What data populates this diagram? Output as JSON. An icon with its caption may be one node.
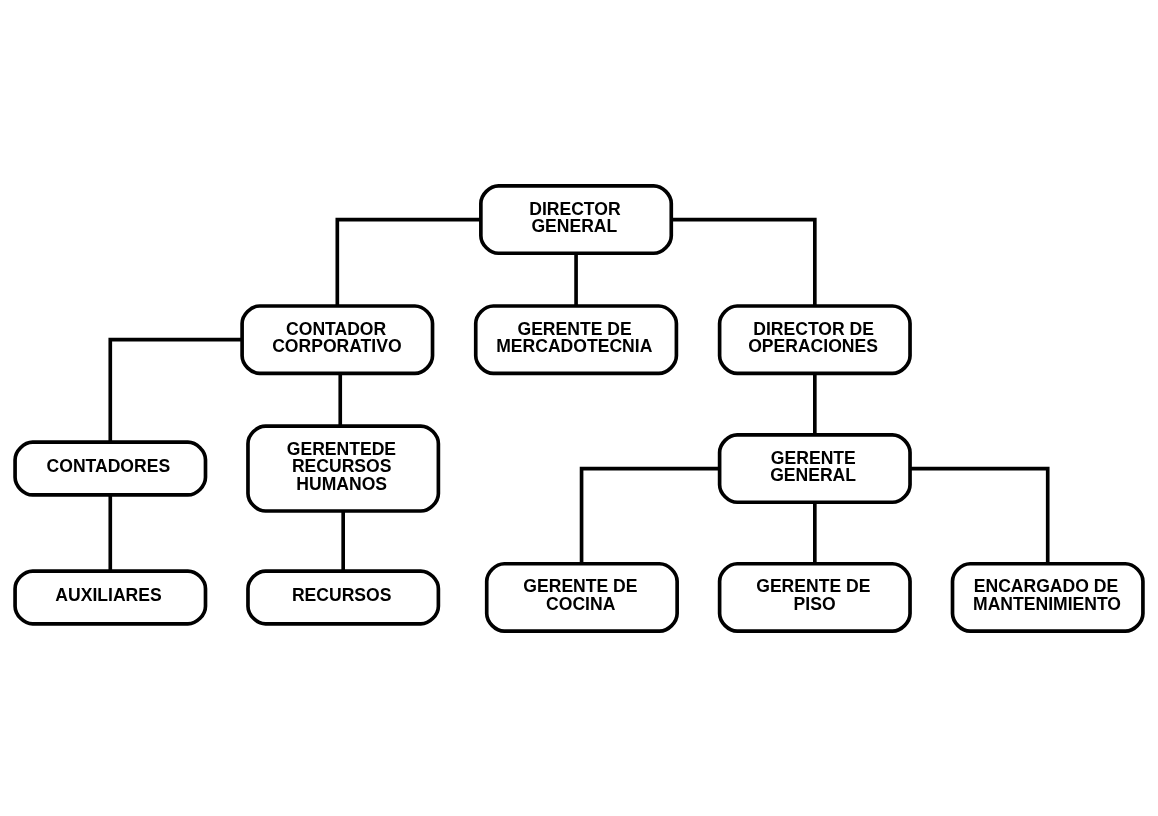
{
  "diagram": {
    "nodes": [
      {
        "text": [
          "DIRECTOR GENERAL"
        ]
      },
      {
        "text": [
          "CONTADOR CORPORATIVO"
        ]
      },
      {
        "text": [
          "GERENTE DE MERCADOTECNIA"
        ]
      },
      {
        "text": [
          "DIRECTOR DE OPERACIONES"
        ]
      },
      {
        "text": [
          "CONTADORES"
        ]
      },
      {
        "text": [
          "GERENTEDE RECURSOS HUMANOS"
        ]
      },
      {
        "text": [
          "GERENTE GENERAL"
        ]
      },
      {
        "text": [
          "AUXILIARES"
        ]
      },
      {
        "text": [
          "RECURSOS"
        ]
      },
      {
        "text": [
          "GERENTE DE COCINA"
        ]
      },
      {
        "text": [
          "GERENTE DE PISO"
        ]
      },
      {
        "text": [
          "ENCARGADO DE MANTENIMIENTO"
        ]
      }
    ],
    "edges": [
      {
        "from": 0,
        "to": 1,
        "arrow": "none"
      },
      {
        "from": 0,
        "to": 2,
        "arrow": "none"
      },
      {
        "from": 0,
        "to": 3,
        "arrow": "none"
      },
      {
        "from": 1,
        "to": 4,
        "arrow": "none"
      },
      {
        "from": 1,
        "to": 5,
        "arrow": "none"
      },
      {
        "from": 3,
        "to": 6,
        "arrow": "none"
      },
      {
        "from": 4,
        "to": 7,
        "arrow": "none"
      },
      {
        "from": 5,
        "to": 8,
        "arrow": "none"
      },
      {
        "from": 6,
        "to": 9,
        "arrow": "none"
      },
      {
        "from": 6,
        "to": 10,
        "arrow": "none"
      },
      {
        "from": 6,
        "to": 11,
        "arrow": "none"
      }
    ]
  }
}
